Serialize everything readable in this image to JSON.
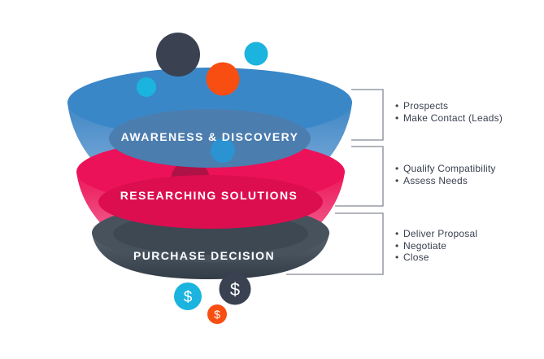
{
  "funnel": {
    "tiers": [
      {
        "label": "AWARENESS & DISCOVERY",
        "color": "#3A87C8",
        "mouth_color": "#4B7DAF"
      },
      {
        "label": "RESEARCHING SOLUTIONS",
        "color": "#EC1259",
        "mouth_color": "#DC0E50"
      },
      {
        "label": "PURCHASE DECISION",
        "color": "#47525D",
        "mouth_color": "#3D4853"
      }
    ],
    "falling_dots": [
      {
        "color": "#2B93D2"
      },
      {
        "color": "#AF1247"
      }
    ],
    "bubbles": [
      {
        "color": "#3A4150"
      },
      {
        "color": "#F84E12"
      },
      {
        "color": "#1BB4DE"
      },
      {
        "color": "#1BB4DE"
      }
    ],
    "coins": [
      {
        "symbol": "$",
        "color": "#1BB4DE"
      },
      {
        "symbol": "$",
        "color": "#3A4150"
      },
      {
        "symbol": "$",
        "color": "#F84E12"
      }
    ]
  },
  "annotations": [
    {
      "items": [
        "Prospects",
        "Make Contact (Leads)"
      ]
    },
    {
      "items": [
        "Qualify Compatibility",
        "Assess Needs"
      ]
    },
    {
      "items": [
        "Deliver Proposal",
        "Negotiate",
        "Close"
      ]
    }
  ],
  "ui": {
    "bullet": "•",
    "text_color": "#3A4150",
    "bracket_color": "#828894",
    "background": "#FFFFFF"
  }
}
